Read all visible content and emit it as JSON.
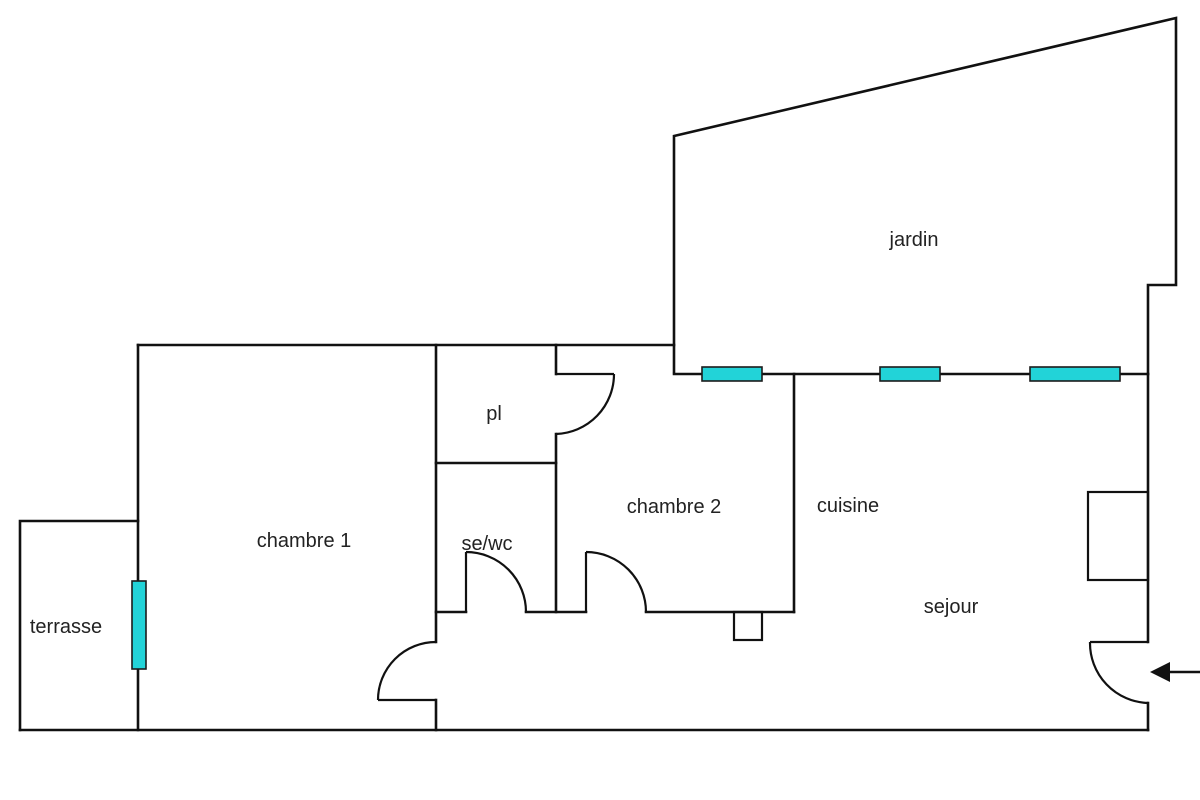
{
  "plan": {
    "rooms": {
      "jardin": "jardin",
      "pl": "pl",
      "chambre1": "chambre 1",
      "chambre2": "chambre 2",
      "sewc": "se/wc",
      "cuisine": "cuisine",
      "sejour": "sejour",
      "terrasse": "terrasse"
    },
    "colors": {
      "window_fill": "#22d3d8",
      "wall": "#111111",
      "label": "#222222",
      "background": "#ffffff"
    },
    "icons": {
      "entrance": "arrow-left-icon"
    }
  }
}
